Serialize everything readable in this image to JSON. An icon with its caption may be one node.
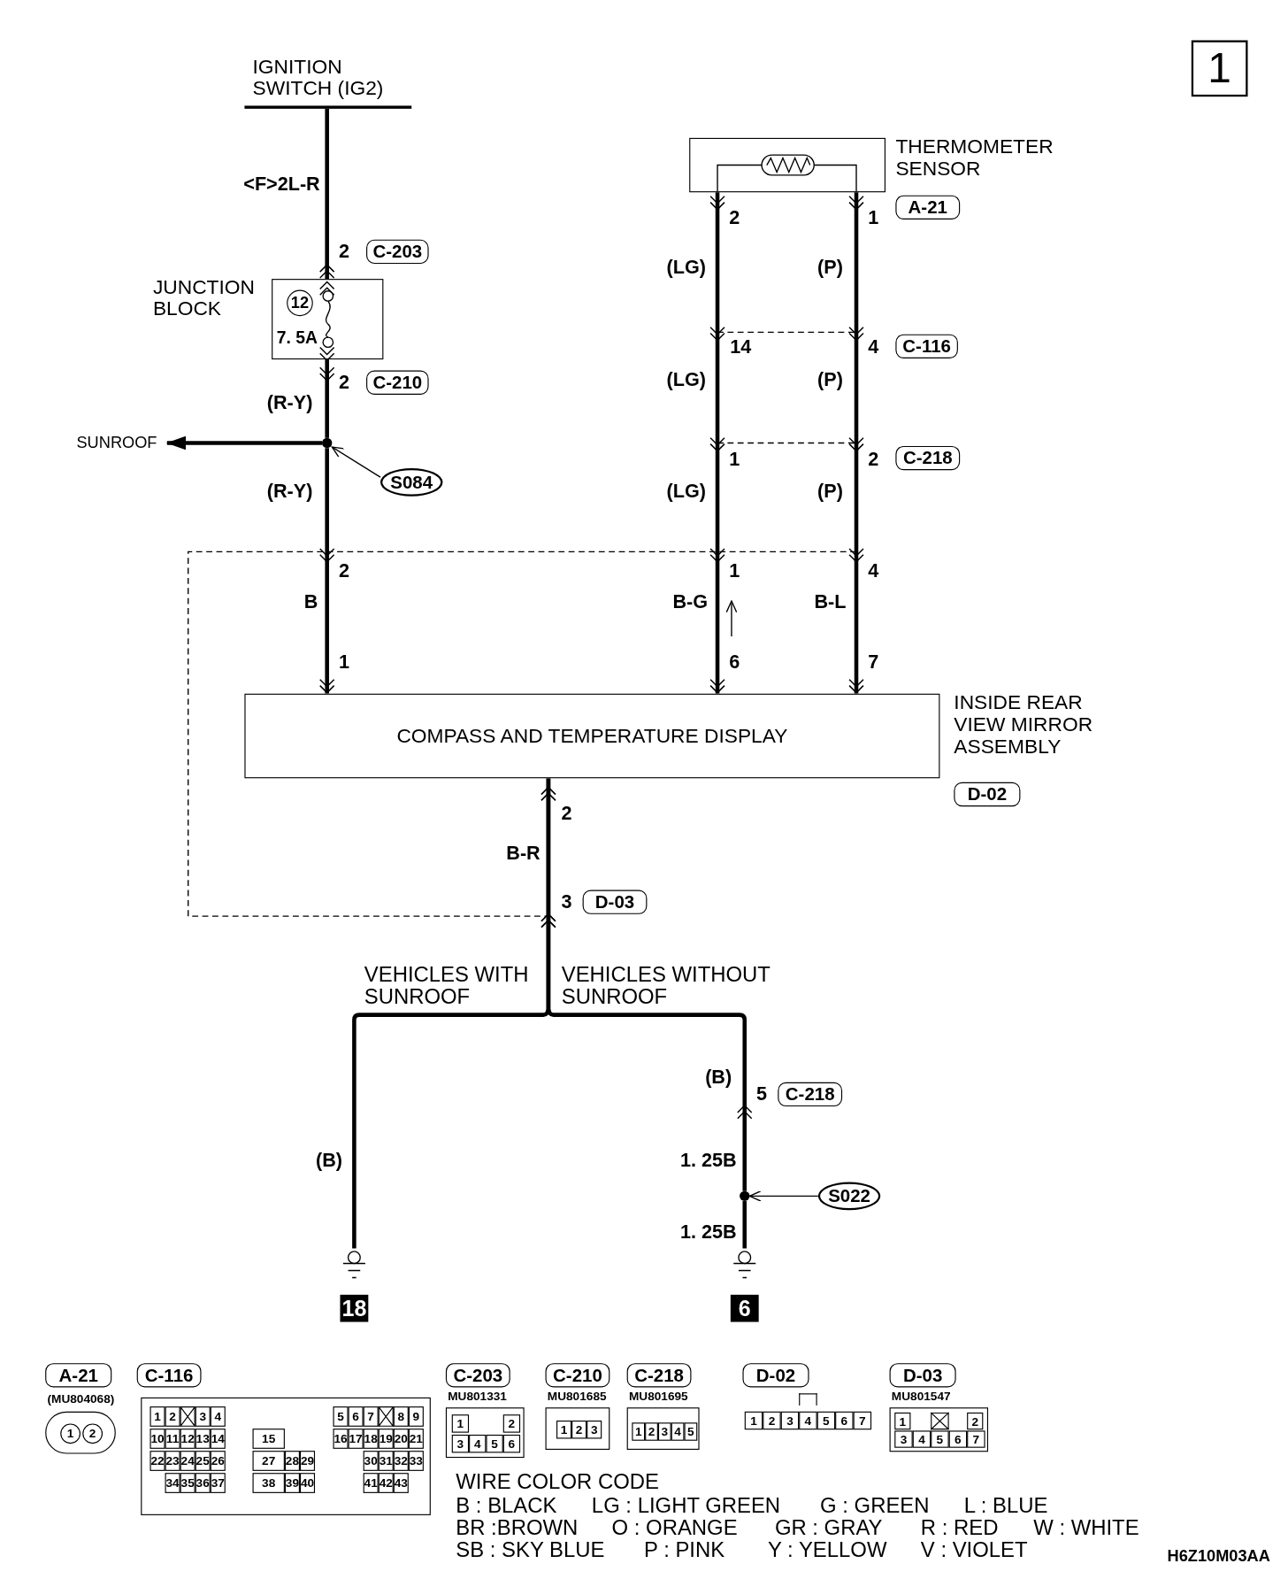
{
  "diagram": {
    "nodes": [
      {
        "text": [
          "1"
        ]
      },
      {
        "text": [
          "IGNITION SWITCH (IG2)"
        ]
      },
      {
        "text": [
          "C-203"
        ]
      },
      {
        "text": [
          "JUNCTION BLOCK",
          "12",
          "7. 5A"
        ]
      },
      {
        "text": [
          "C-210"
        ]
      },
      {
        "text": [
          "SUNROOF"
        ]
      },
      {
        "text": [],
        "shape": "circle"
      },
      {
        "text": [
          "S084"
        ]
      },
      {
        "text": [
          "THERMOMETER SENSOR"
        ]
      },
      {
        "text": [
          "A-21"
        ]
      },
      {
        "text": [
          "C-116"
        ]
      },
      {
        "text": [
          "C-218"
        ]
      },
      {
        "text": [
          "COMPASS AND TEMPERATURE DISPLAY"
        ],
        "beside": [
          "INSIDE REAR VIEW MIRROR ASSEMBLY"
        ]
      },
      {
        "text": [
          "D-02"
        ]
      },
      {
        "text": [
          "D-03"
        ]
      },
      {
        "text": [
          "C-218"
        ]
      },
      {
        "text": [],
        "shape": "circle"
      },
      {
        "text": [
          "S022"
        ]
      },
      {
        "text": [
          "18"
        ]
      },
      {
        "text": [
          "6"
        ]
      },
      {
        "text": [
          "A-21"
        ]
      },
      {
        "text": [
          "C-116"
        ]
      },
      {
        "text": [
          "C-203"
        ]
      },
      {
        "text": [
          "C-210"
        ]
      },
      {
        "text": [
          "C-218"
        ]
      },
      {
        "text": [
          "D-02"
        ]
      },
      {
        "text": [
          "D-03"
        ]
      },
      {
        "text": [
          "1",
          "2"
        ],
        "beside": [
          "(MU804068)"
        ]
      },
      {
        "text": [
          "1",
          "2",
          "3",
          "4",
          "5",
          "6",
          "7",
          "8",
          "9",
          "10",
          "11",
          "12",
          "13",
          "14",
          "15",
          "16",
          "17",
          "18",
          "19",
          "20",
          "21",
          "22",
          "23",
          "24",
          "25",
          "26",
          "27",
          "28",
          "29",
          "30",
          "31",
          "32",
          "33",
          "34",
          "35",
          "36",
          "37",
          "38",
          "39",
          "40",
          "41",
          "42",
          "43"
        ]
      },
      {
        "text": [
          "1",
          "2",
          "3",
          "4",
          "5",
          "6"
        ],
        "beside": [
          "MU801331"
        ]
      },
      {
        "text": [
          "1",
          "2",
          "3"
        ],
        "beside": [
          "MU801685"
        ]
      },
      {
        "text": [
          "1",
          "2",
          "3",
          "4",
          "5"
        ],
        "beside": [
          "MU801695"
        ]
      },
      {
        "text": [
          "1",
          "2",
          "3",
          "4",
          "5",
          "6",
          "7"
        ]
      },
      {
        "text": [
          "1",
          "2",
          "3",
          "4",
          "5",
          "6",
          "7"
        ],
        "beside": [
          "MU801547"
        ]
      }
    ],
    "edges": [
      {
        "from": 1,
        "to": 3,
        "arrow": "other",
        "label": "<F>2L-R"
      },
      {
        "from": 3,
        "to": 6,
        "arrow": "other",
        "label": "(R-Y)"
      },
      {
        "from": 6,
        "to": 5,
        "arrow": "to"
      },
      {
        "from": 6,
        "to": 12,
        "arrow": "to",
        "label": "(R-Y)"
      },
      {
        "from": 8,
        "to": 12,
        "arrow": "to",
        "label": "(LG)"
      },
      {
        "from": 8,
        "to": 12,
        "arrow": "to",
        "label": "(P)"
      },
      {
        "from": 18,
        "to": 12,
        "arrow": "to",
        "label": "(B)"
      },
      {
        "from": 16,
        "to": 12,
        "arrow": "to",
        "label": "(B)"
      },
      {
        "from": 16,
        "to": 19,
        "arrow": "none",
        "label": "1. 25B"
      },
      {
        "from": 7,
        "to": 6,
        "arrow": "to"
      },
      {
        "from": 17,
        "to": 16,
        "arrow": "to"
      }
    ],
    "labels": [
      "2",
      "2",
      "2",
      "1",
      "14",
      "4",
      "(LG)",
      "(P)",
      "1",
      "2",
      "(LG)",
      "(P)",
      "2",
      "1",
      "4",
      "B",
      "B-G",
      "B-L",
      "1",
      "6",
      "7",
      "2",
      "B-R",
      "3",
      "VEHICLES WITH SUNROOF",
      "VEHICLES WITHOUT SUNROOF",
      "5",
      "1. 25B",
      "WIRE COLOR CODE",
      "B : BLACK",
      "LG : LIGHT GREEN",
      "G : GREEN",
      "L : BLUE",
      "BR :BROWN",
      "O : ORANGE",
      "GR : GRAY",
      "R : RED",
      "W : WHITE",
      "SB : SKY BLUE",
      "P : PINK",
      "Y : YELLOW",
      "V : VIOLET",
      "H6Z10M03AA"
    ]
  }
}
